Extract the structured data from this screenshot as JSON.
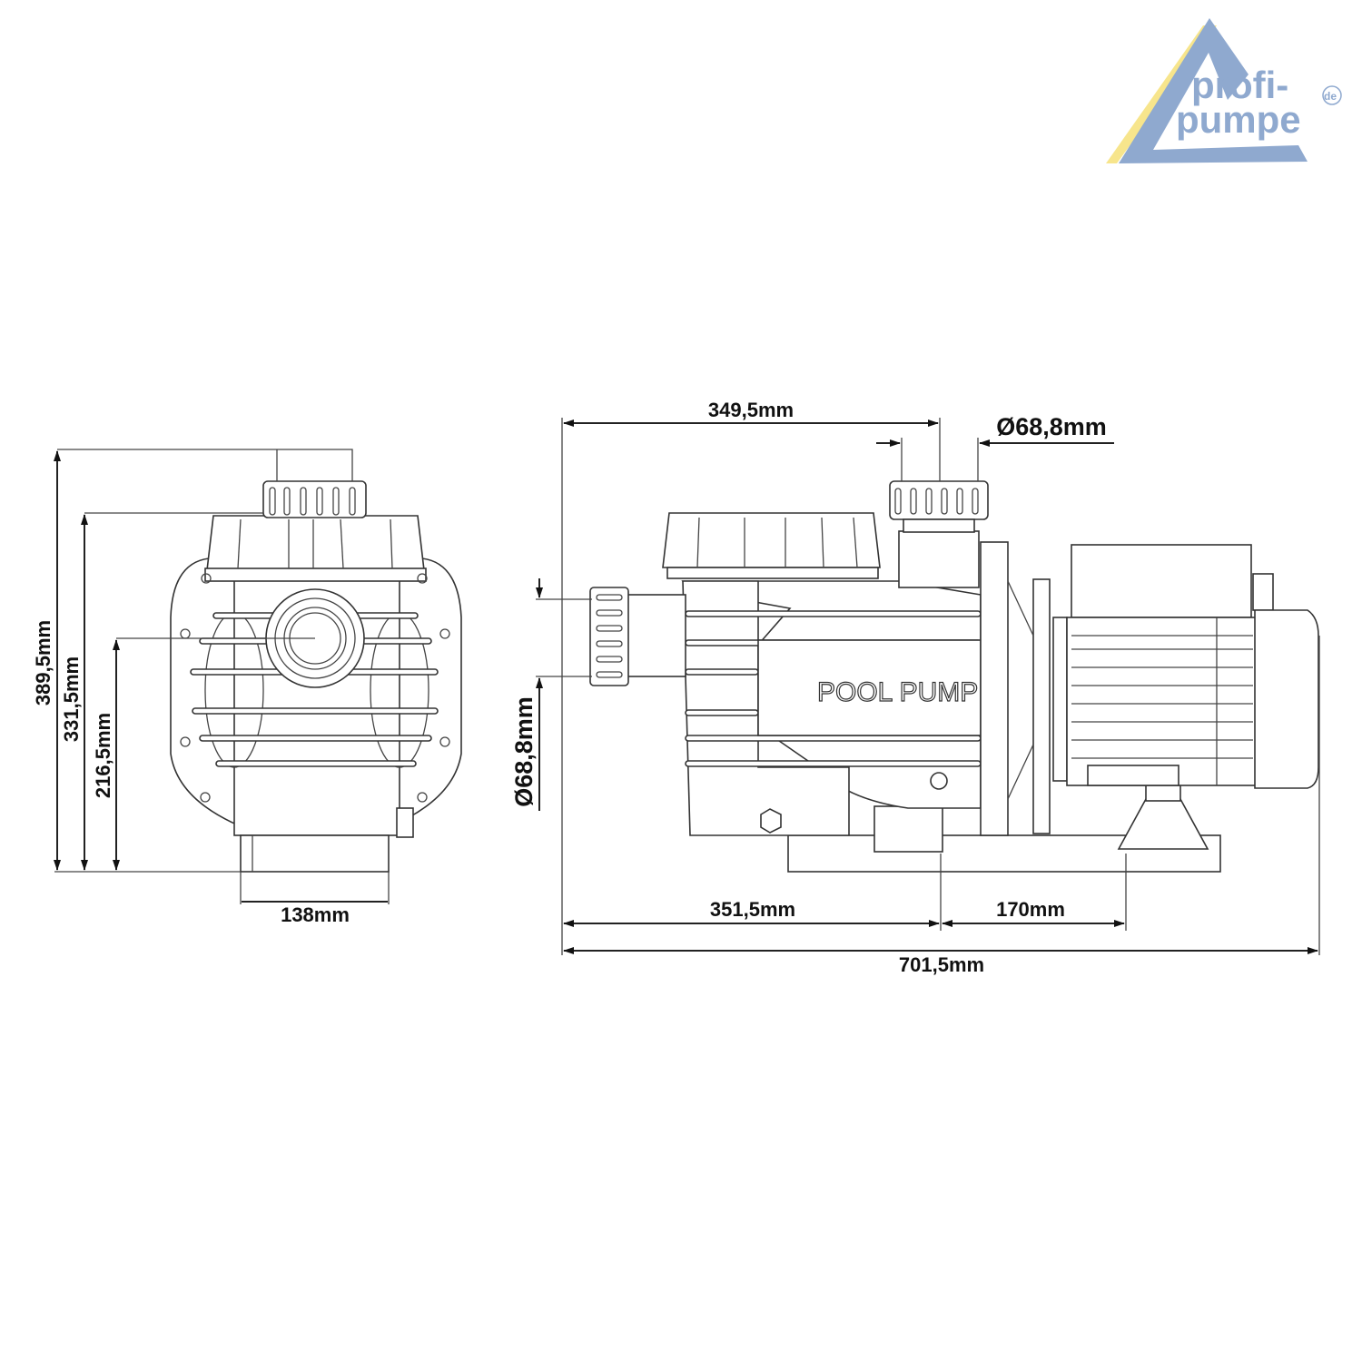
{
  "logo": {
    "line1": "profi-",
    "line2": "pumpe",
    "badge": "de",
    "colors": {
      "blue": "#8fa9cf",
      "yellow": "#f7e58c"
    }
  },
  "front_view": {
    "dimensions": {
      "height_total": "389,5mm",
      "height_cover": "331,5mm",
      "height_inlet": "216,5mm",
      "base_width": "138mm"
    }
  },
  "side_view": {
    "label": "POOL PUMP",
    "dimensions": {
      "outlet_position": "349,5mm",
      "outlet_diameter": "Ø68,8mm",
      "inlet_diameter": "Ø68,8mm",
      "foot_front": "351,5mm",
      "foot_span": "170mm",
      "total_length": "701,5mm"
    }
  }
}
